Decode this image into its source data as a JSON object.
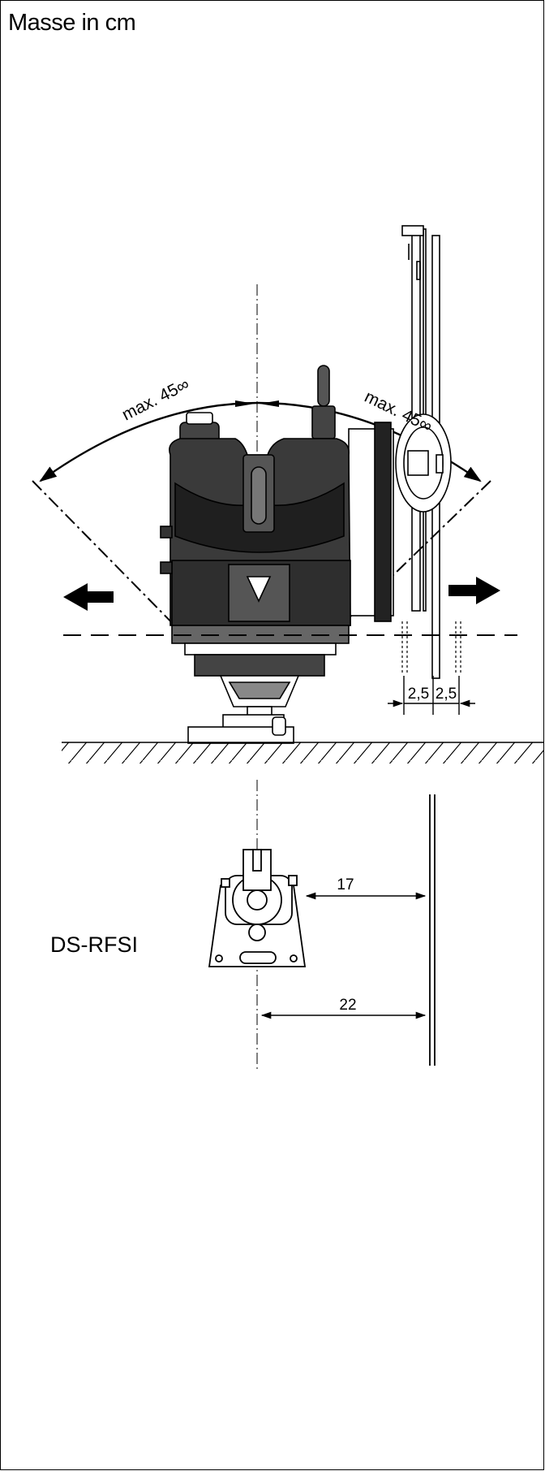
{
  "header": {
    "title": "Masse in cm"
  },
  "diagram": {
    "angle_left": "max. 45∞",
    "angle_right": "max. 45∞",
    "dim_left_gap": "2,5",
    "dim_right_gap": "2,5",
    "dim_17": "17",
    "dim_22": "22",
    "model_label": "DS-RFSI"
  }
}
